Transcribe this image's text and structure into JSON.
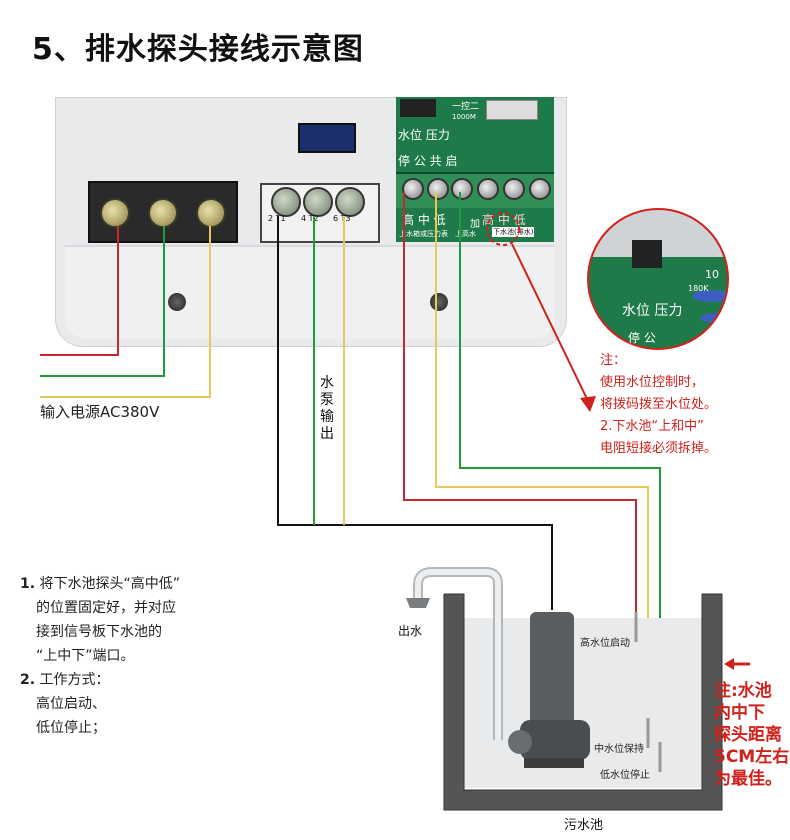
{
  "title": "5、排水探头接线示意图",
  "power_input_label": "输入电源AC380V",
  "pump_output_label": [
    "水",
    "泵",
    "输",
    "出"
  ],
  "outlet_label": "出水",
  "tank_label": "污水池",
  "levels": {
    "high": "高水位启动",
    "mid": "中水位保持",
    "low": "低水位停止"
  },
  "pcb": {
    "top_text": "一控二",
    "resistor_text": "1000M",
    "mode_labels": "水位 压力",
    "stop_labels": "停 公 共 启",
    "probe_labels_left": "高 中 低",
    "probe_labels_right": "高 中 低",
    "add_text": "加",
    "tag_left": "上水箱或压力表",
    "tag_mid": "上高水",
    "tag_right": "下水池(排水)"
  },
  "motor_terminals": [
    "2 T1",
    "4 T2",
    "6 T3"
  ],
  "zoom": {
    "mode_labels": "水位 压力",
    "resistor": "10",
    "resistor2": "180K",
    "bottom": "停 公"
  },
  "callout_note": {
    "line1": "注：",
    "line2": "使用水位控制时，",
    "line3": "将拨码拨至水位处。",
    "line4": "2.下水池“上和中”",
    "line5": "电阻短接必须拆掉。"
  },
  "instructions": {
    "item1_num": "1.",
    "item1_lines": [
      "将下水池探头“高中低”",
      "的位置固定好，并对应",
      "接到信号板下水池的",
      "“上中下”端口。"
    ],
    "item2_num": "2.",
    "item2_lines": [
      "工作方式：",
      "高位启动、",
      "低位停止；"
    ]
  },
  "side_note": [
    "注:水池",
    "内中下",
    "探头距离",
    "5CM左右",
    "为最佳。"
  ],
  "arrow_icon": "left-arrow-icon",
  "colors": {
    "red_wire": "#c8282b",
    "green_wire": "#1f9a3c",
    "yellow_wire": "#e8c85a",
    "black_wire": "#111111",
    "note_red": "#d0211b",
    "pcb_green": "#1f7a4a"
  }
}
